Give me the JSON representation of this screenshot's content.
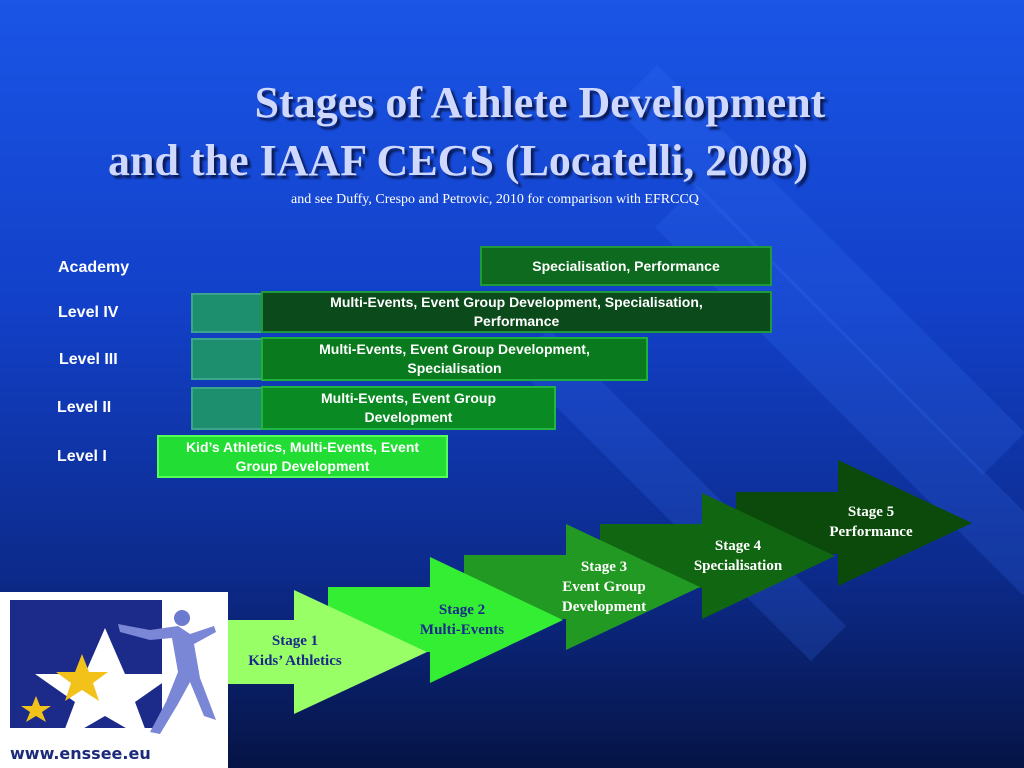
{
  "title": {
    "line1": "Stages of Athlete Development",
    "line2": "and the IAAF CECS (Locatelli, 2008)",
    "subtitle": "and see Duffy, Crespo and Petrovic, 2010 for comparison with EFRCCQ"
  },
  "levels": [
    {
      "label": "Academy",
      "box": "Specialisation, Performance"
    },
    {
      "label": "Level IV",
      "box": "Multi-Events, Event Group Development, Specialisation, Performance"
    },
    {
      "label": "Level III",
      "box": "Multi-Events, Event Group Development, Specialisation"
    },
    {
      "label": "Level II",
      "box": "Multi-Events, Event Group Development"
    },
    {
      "label": "Level I",
      "box": "Kid’s Athletics, Multi-Events, Event Group Development"
    }
  ],
  "stages": [
    {
      "line1": "Stage 1",
      "line2": "Kids’ Athletics",
      "line3": ""
    },
    {
      "line1": "Stage 2",
      "line2": "Multi-Events",
      "line3": ""
    },
    {
      "line1": "Stage 3",
      "line2": "Event Group",
      "line3": "Development"
    },
    {
      "line1": "Stage 4",
      "line2": "Specialisation",
      "line3": ""
    },
    {
      "line1": "Stage 5",
      "line2": "Performance",
      "line3": ""
    }
  ],
  "logo": {
    "url": "www.enssee.eu",
    "icon": "enssee-logo-icon"
  },
  "colors": {
    "background": "#1a55e6",
    "stage1": "#99ff66",
    "stage2": "#33ee33",
    "stage3": "#229922",
    "stage4": "#116611",
    "stage5": "#0b4a0b",
    "title": "#cfd8ff"
  }
}
